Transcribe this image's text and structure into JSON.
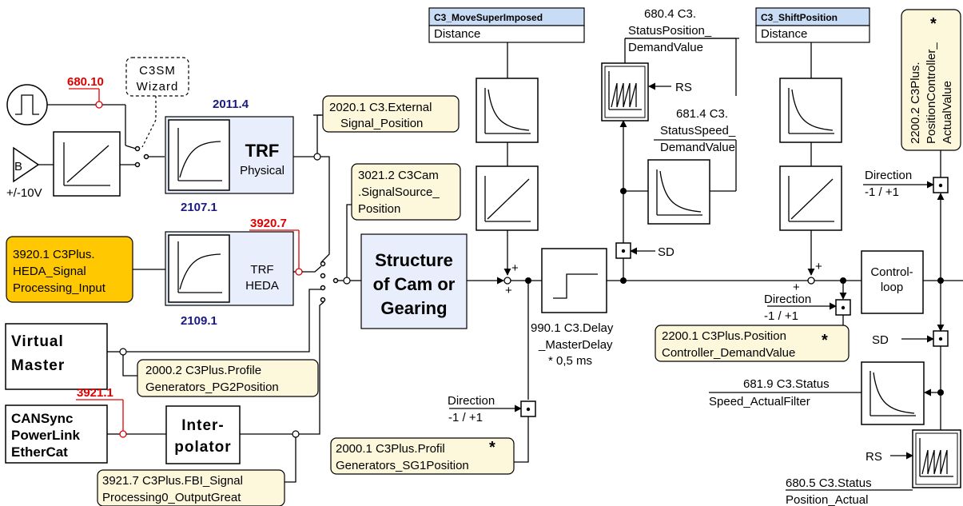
{
  "sources": {
    "wizard_line1": "C3SM",
    "wizard_line2": "Wizard",
    "analog_symbol": "B",
    "analog_range": "+/-10V",
    "ref_680_10": "680.10",
    "ref_2011_4": "2011.4",
    "ref_2107_1": "2107.1",
    "ref_3920_7": "3920.7",
    "ref_2109_1": "2109.1",
    "ref_3921_1": "3921.1"
  },
  "blocks": {
    "trf1_title": "TRF",
    "trf1_sub": "Physical",
    "trf2_title": "TRF",
    "trf2_sub": "HEDA",
    "heda_input_l1": "3920.1 C3Plus.",
    "heda_input_l2": "HEDA_Signal",
    "heda_input_l3": "Processing_Input",
    "virtual_l1": "Virtual",
    "virtual_l2": "Master",
    "can_l1": "CANSync",
    "can_l2": "PowerLink",
    "can_l3": "EtherCat",
    "interp_l1": "Inter-",
    "interp_l2": "polator",
    "structure_l1": "Structure",
    "structure_l2": "of Cam or",
    "structure_l3": "Gearing",
    "control_l1": "Control-",
    "control_l2": "loop"
  },
  "notes": {
    "n2020_l1": "2020.1 C3.External",
    "n2020_l2": "Signal_Position",
    "n3021_l1": "3021.2 C3Cam",
    "n3021_l2": ".SignalSource_",
    "n3021_l3": "Position",
    "n2000_2_l1": "2000.2 C3Plus.Profile",
    "n2000_2_l2": "Generators_PG2Position",
    "n3921_7_l1": "3921.7 C3Plus.FBI_Signal",
    "n3921_7_l2": "Processing0_OutputGreat",
    "n2000_1_l1": "2000.1 C3Plus.Profil",
    "n2000_1_l2": "Generators_SG1Position",
    "n2200_1_l1": "2200.1 C3Plus.Position",
    "n2200_1_l2": "Controller_DemandValue",
    "n2200_2_l1": "2200.2 C3Plus.",
    "n2200_2_l2": "PositionController_",
    "n2200_2_l3": "ActualValue",
    "star": "*"
  },
  "headers": {
    "move_title": "C3_MoveSuperImposed",
    "move_sub": "Distance",
    "shift_title": "C3_ShiftPosition",
    "shift_sub": "Distance"
  },
  "labels": {
    "delay_l1": "990.1 C3.Delay",
    "delay_l2": "_MasterDelay",
    "delay_l3": "* 0,5 ms",
    "dir_label": "Direction",
    "dir_values": "-1 / +1",
    "rs": "RS",
    "sd": "SD",
    "plus": "+",
    "sp_l1": "680.4 C3.",
    "sp_l2": "StatusPosition_",
    "sp_l3": "DemandValue",
    "ss_l1": "681.4 C3.",
    "ss_l2": "StatusSpeed_",
    "ss_l3": "DemandValue",
    "saf_l1": "681.9 C3.Status",
    "saf_l2": "Speed_ActualFilter",
    "spa_l1": "680.5 C3.Status",
    "spa_l2": "Position_Actual"
  }
}
